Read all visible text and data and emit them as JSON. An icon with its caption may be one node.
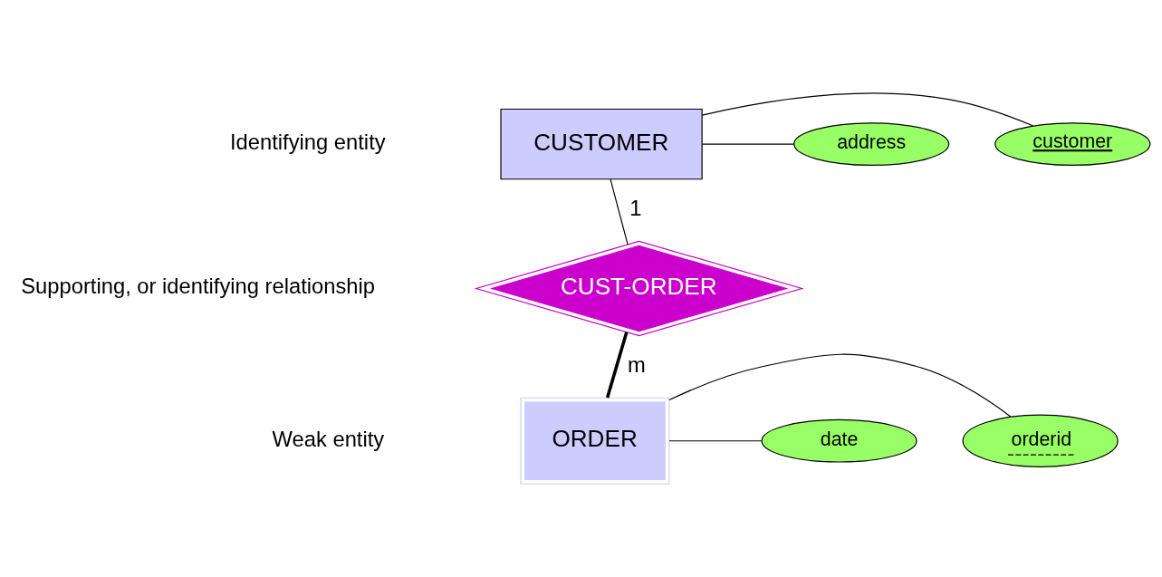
{
  "diagram": {
    "nodes": [
      {
        "text": [
          "CUSTOMER"
        ]
      },
      {
        "text": [
          "customer"
        ]
      },
      {
        "text": [
          "address"
        ]
      },
      {
        "text": [
          "CUST-ORDER"
        ]
      },
      {
        "text": [
          "ORDER"
        ]
      },
      {
        "text": [
          "orderid"
        ]
      },
      {
        "text": [
          "date"
        ]
      }
    ],
    "edges": [
      {
        "from": 0,
        "to": 1,
        "arrow": "none"
      },
      {
        "from": 0,
        "to": 2,
        "arrow": "none"
      },
      {
        "from": 0,
        "to": 3,
        "arrow": "none",
        "label": "1"
      },
      {
        "from": 3,
        "to": 4,
        "arrow": "none",
        "label": "m",
        "style": "thick"
      },
      {
        "from": 4,
        "to": 5,
        "arrow": "none"
      },
      {
        "from": 4,
        "to": 6,
        "arrow": "none"
      }
    ],
    "labels": [
      "Identifying entity",
      "Supporting, or identifying relationship",
      "Weak entity"
    ]
  }
}
